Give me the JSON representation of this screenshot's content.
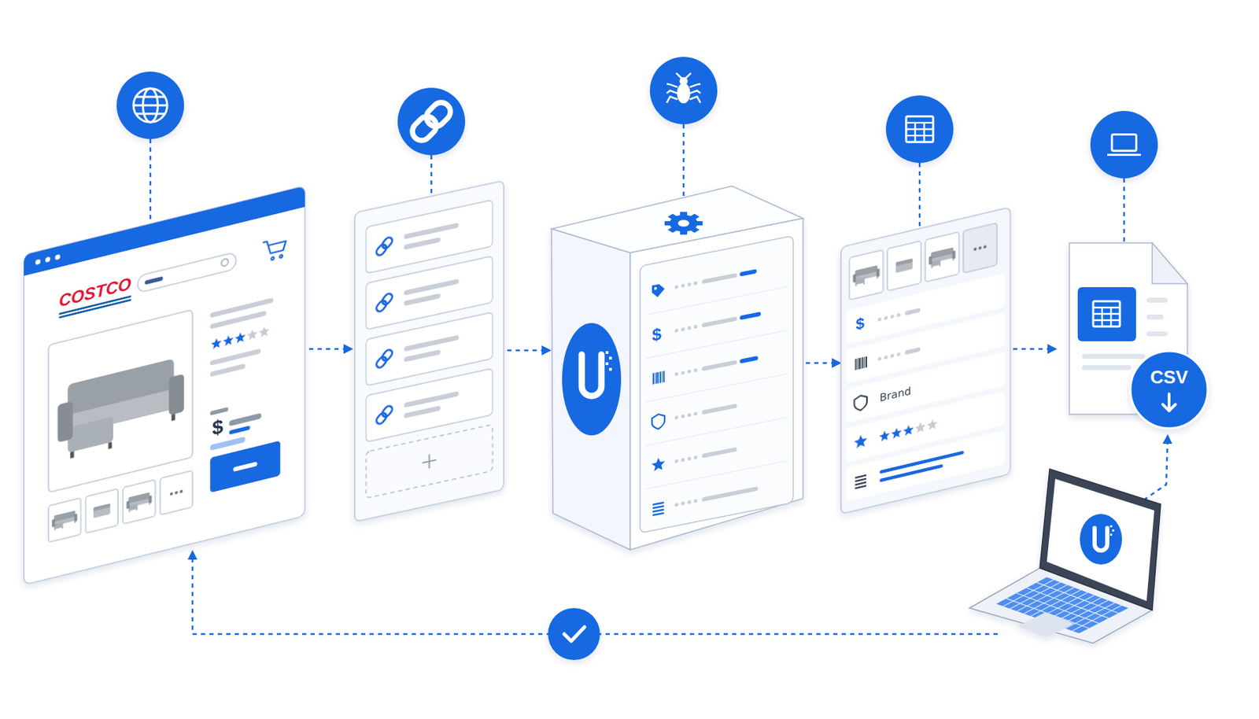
{
  "diagram": {
    "nodes": [
      {
        "text": [
          "COSTCO"
        ]
      },
      {
        "text": [
          "Brand"
        ]
      },
      {
        "text": [
          "CSV"
        ]
      }
    ],
    "labels": [
      "$",
      "$",
      "$"
    ]
  }
}
